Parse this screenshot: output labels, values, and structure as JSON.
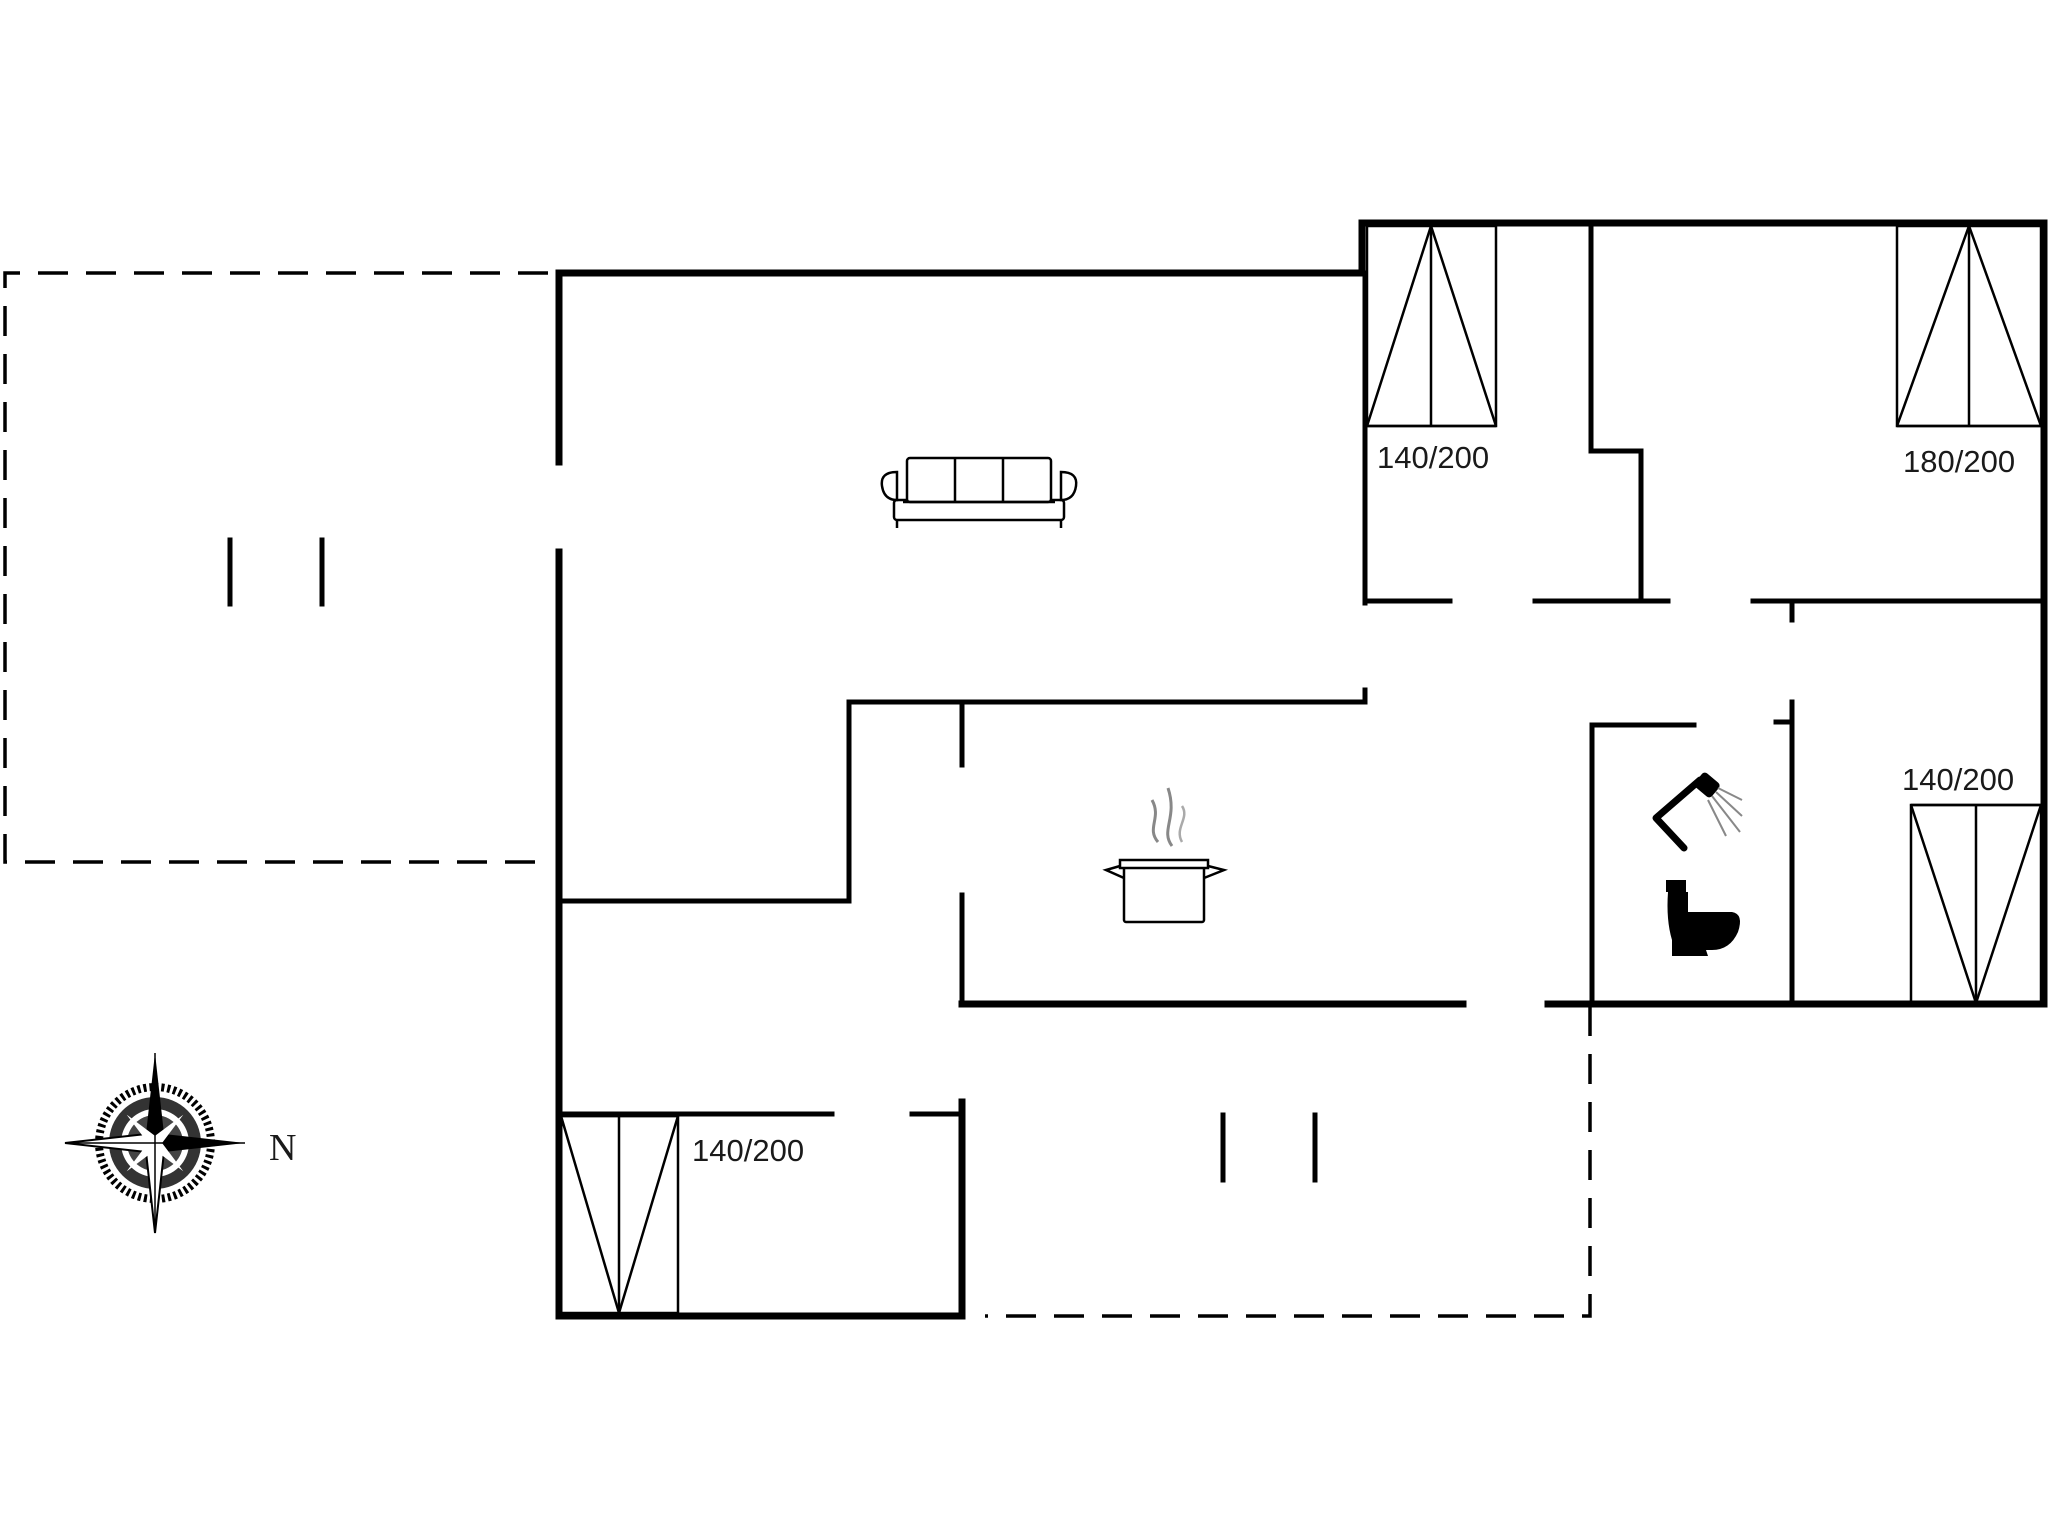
{
  "beds": [
    {
      "label": "140/200"
    },
    {
      "label": "180/200"
    },
    {
      "label": "140/200"
    },
    {
      "label": "140/200"
    }
  ],
  "compass": {
    "label": "N"
  },
  "icons": {
    "sofa": "sofa-icon",
    "cooking_pot": "cooking-pot-icon",
    "shower": "shower-icon",
    "toilet": "toilet-icon",
    "compass": "compass-rose-icon"
  }
}
